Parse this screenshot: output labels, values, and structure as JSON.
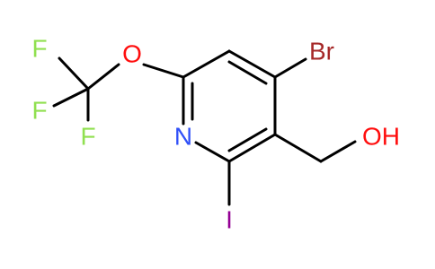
{
  "molecule": {
    "atoms": {
      "F1": "F",
      "F2": "F",
      "F3": "F",
      "O_ether": "O",
      "N": "N",
      "Br": "Br",
      "OH": "OH",
      "I": "I"
    }
  },
  "colors": {
    "carbon_bond": "#000000",
    "fluorine": "#90e050",
    "oxygen": "#ff0d0d",
    "nitrogen": "#3050f8",
    "bromine": "#a62929",
    "iodine": "#940094"
  }
}
